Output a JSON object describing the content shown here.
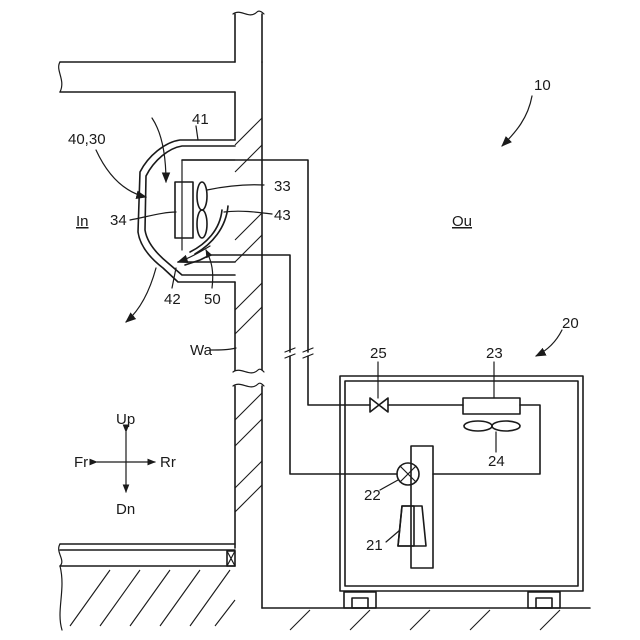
{
  "labels": {
    "system": "10",
    "outdoor_unit": "20",
    "indoor_unit": "40,30",
    "case_top": "41",
    "case_bottom": "42",
    "fan_indoor": "33",
    "hx_indoor": "34",
    "flow_guide": "43",
    "guide_part": "50",
    "wall": "Wa",
    "valve": "25",
    "hx_outdoor": "23",
    "fan_outdoor": "24",
    "four_way_valve": "22",
    "compressor": "21",
    "indoor_space": "In",
    "outdoor_space": "Ou"
  },
  "directions": {
    "up": "Up",
    "down": "Dn",
    "front": "Fr",
    "rear": "Rr"
  }
}
